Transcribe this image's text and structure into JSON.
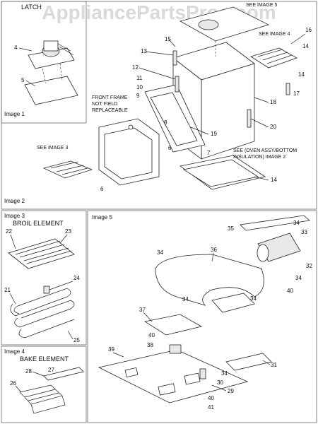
{
  "watermark": "AppliancePartsPros.com",
  "panels": {
    "image1": {
      "title": "LATCH",
      "caption": "Image 1",
      "callouts": [
        "4",
        "5"
      ]
    },
    "image2": {
      "caption": "Image 2",
      "notes": {
        "see5": "SEE IMAGE 5",
        "see4": "SEE IMAGE 4",
        "see3": "SEE IMAGE 3",
        "frame_l1": "FRONT FRAME",
        "frame_l2": "NOT FIELD",
        "frame_l3": "REPLACEABLE",
        "oven_l1": "SEE (OVEN ASSY/BOTTOM",
        "oven_l2": "INSULATION) IMAGE 2"
      },
      "callouts": [
        "15",
        "13",
        "16",
        "14",
        "12",
        "11",
        "9",
        "10",
        "8",
        "14",
        "17",
        "18",
        "19",
        "20",
        "6",
        "7",
        "6",
        "14"
      ]
    },
    "image3": {
      "caption": "Image 3",
      "title": "BROIL ELEMENT",
      "callouts": [
        "22",
        "23",
        "21",
        "24",
        "25"
      ]
    },
    "image4": {
      "caption": "Image 4",
      "title": "BAKE ELEMENT",
      "callouts": [
        "27",
        "28",
        "26"
      ]
    },
    "image5": {
      "caption": "Image 5",
      "callouts": [
        "34",
        "35",
        "33",
        "36",
        "34",
        "32",
        "34",
        "40",
        "34",
        "34",
        "37",
        "40",
        "38",
        "39",
        "31",
        "34",
        "30",
        "29",
        "40",
        "41"
      ]
    }
  }
}
